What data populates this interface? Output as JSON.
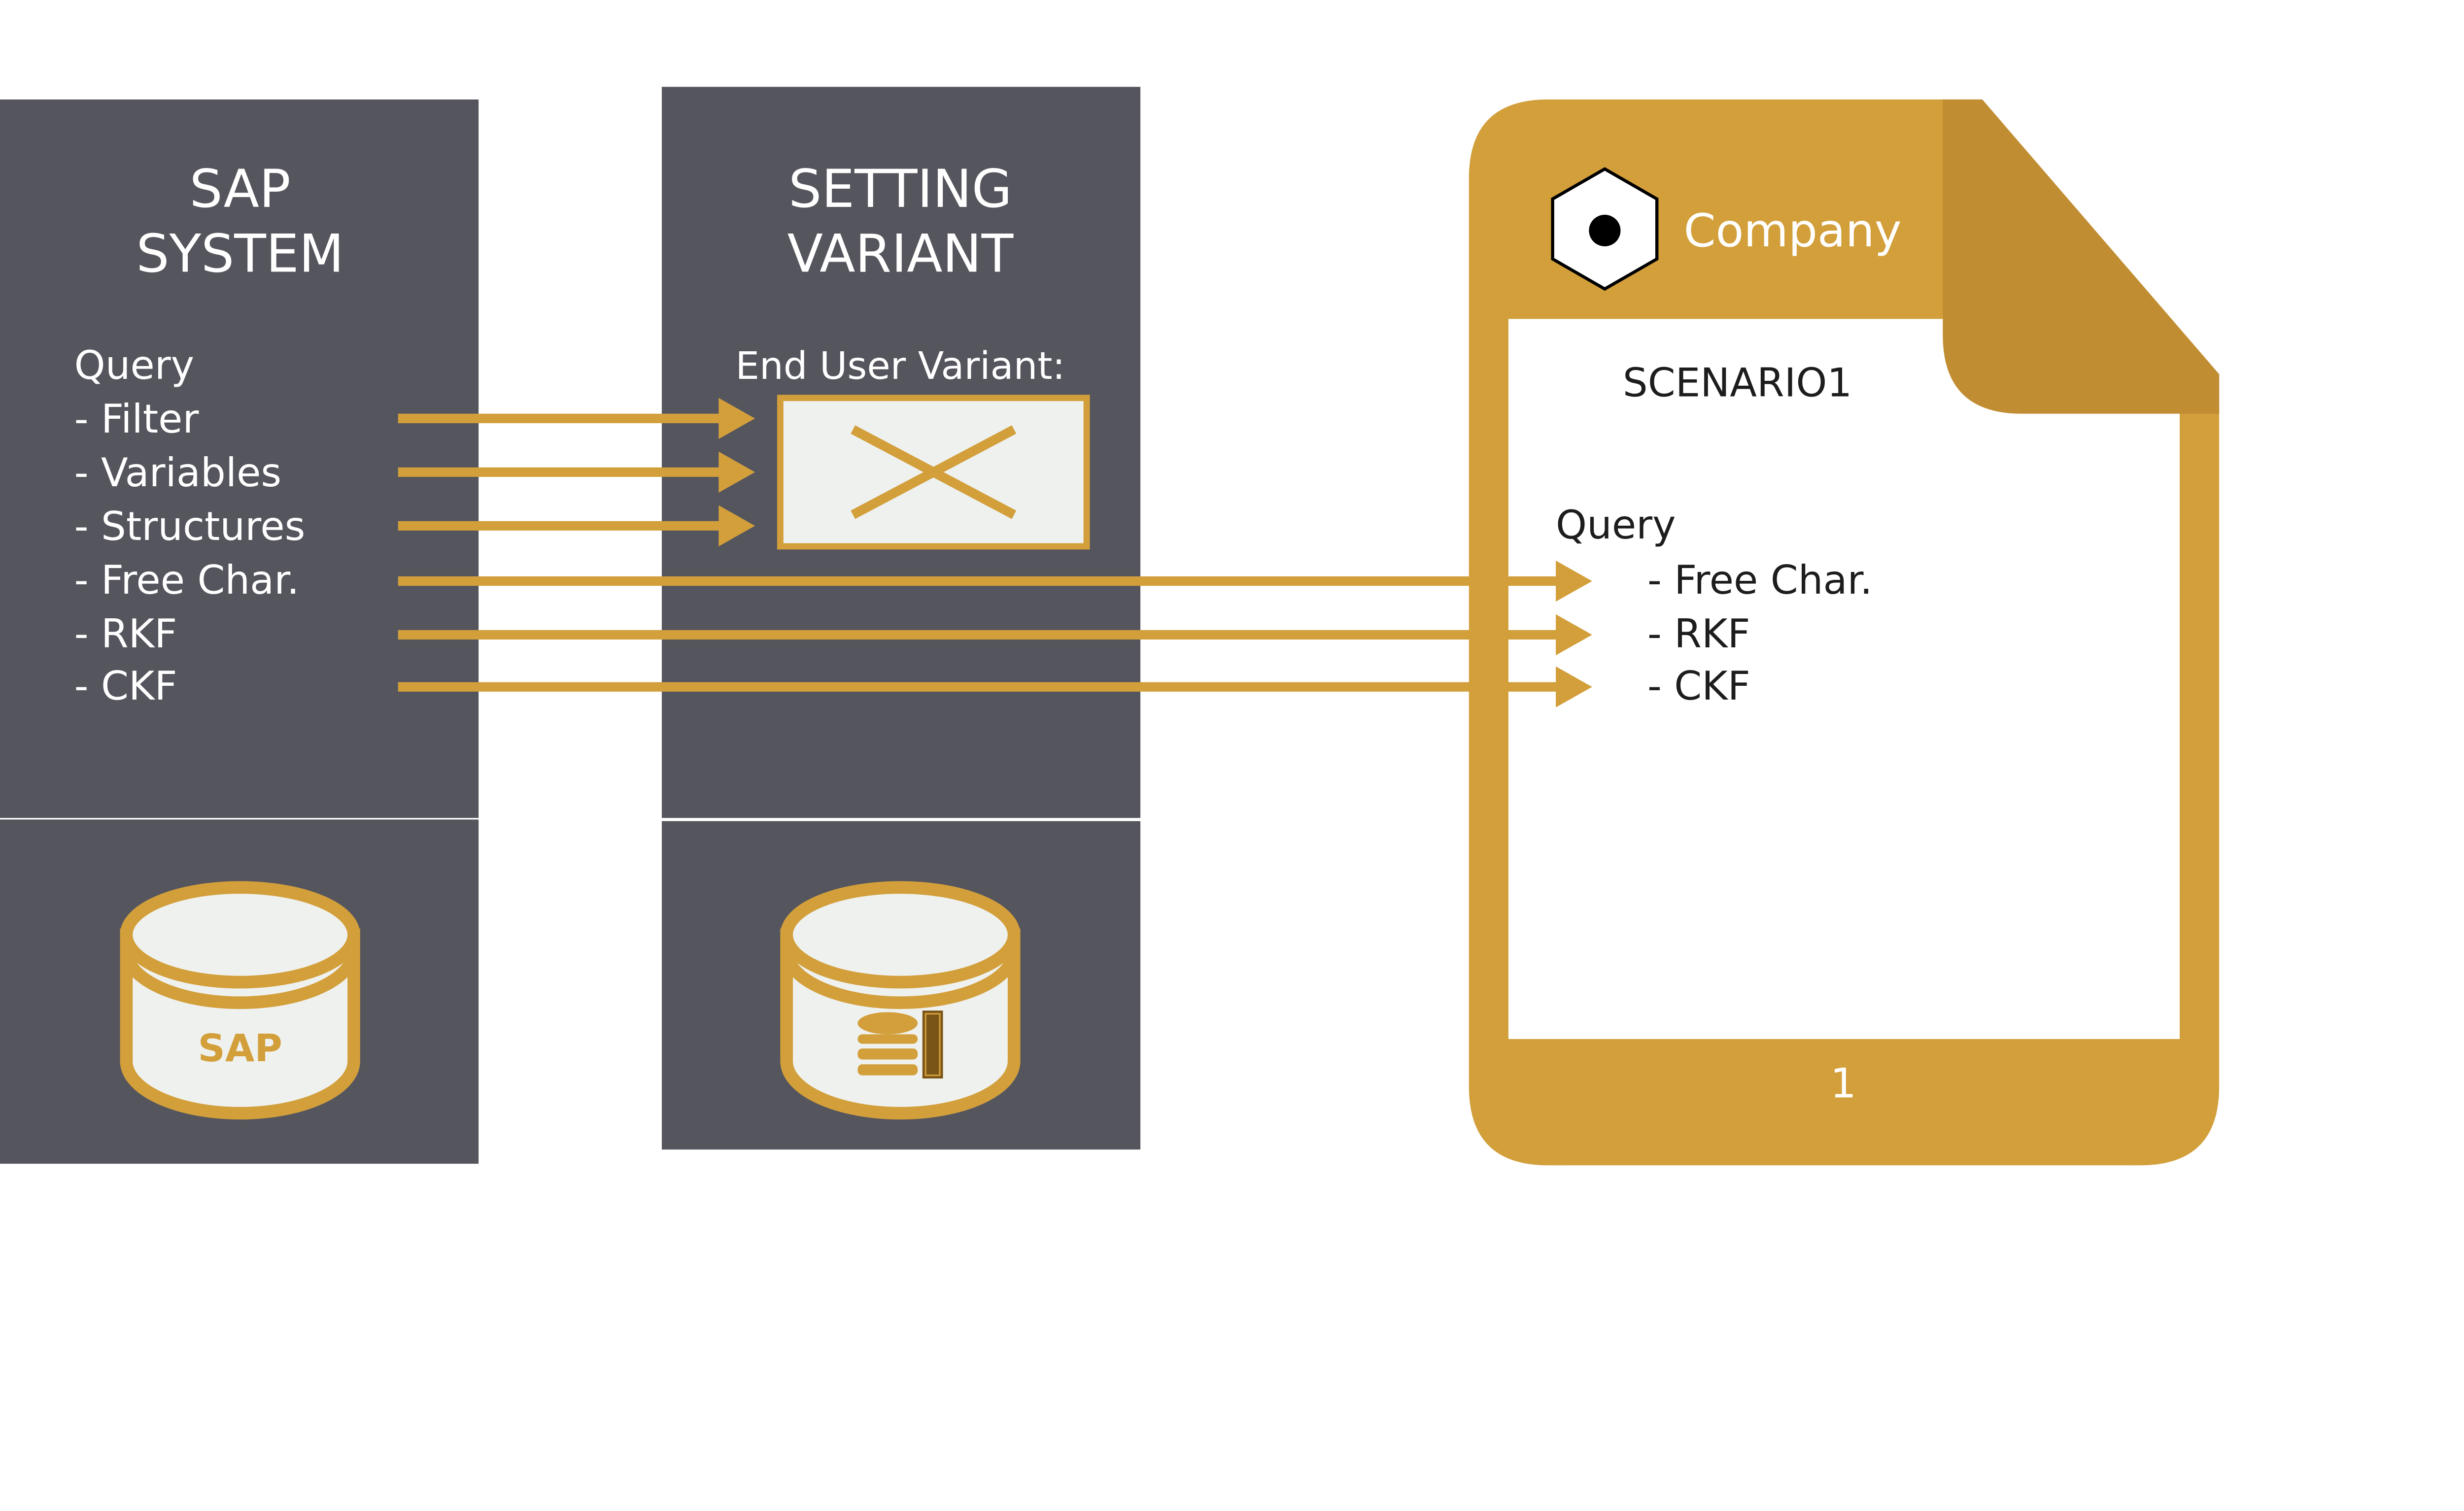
{
  "colors": {
    "panel": "#55555e",
    "accent": "#d29f3b",
    "accent_dark": "#c08d32",
    "ruler": "#7a5518",
    "light": "#eff1ee"
  },
  "sap_system": {
    "title_line1": "SAP",
    "title_line2": "SYSTEM",
    "list_heading": "Query",
    "items": [
      "- Filter",
      "- Variables",
      "- Structures",
      "- Free Char.",
      "- RKF",
      "- CKF"
    ],
    "db_label": "SAP"
  },
  "setting_variant": {
    "title_line1": "SETTING",
    "title_line2": "VARIANT",
    "subtitle": "End User Variant:"
  },
  "document": {
    "company": "Company",
    "scenario": "SCENARIO1",
    "list_heading": "Query",
    "items": [
      "- Free Char.",
      "- RKF",
      "- CKF"
    ],
    "page_number": "1"
  }
}
